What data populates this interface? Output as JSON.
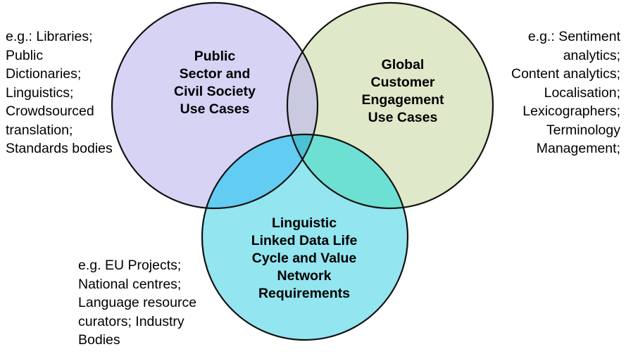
{
  "colors": {
    "public_circle": "#d7d3f5",
    "global_circle": "#dfe9c9",
    "linguistic_circle": "#93e5ef",
    "overlap_public_global": "#c9c9e0",
    "overlap_public_linguistic": "#62ccf2",
    "overlap_global_linguistic": "#6ee0d3",
    "overlap_all": "#4bc1d4",
    "outline": "#111111"
  },
  "circles": {
    "public": {
      "label_lines": [
        "Public",
        "Sector and",
        "Civil Society",
        "Use Cases"
      ]
    },
    "global": {
      "label_lines": [
        "Global",
        "Customer",
        "Engagement",
        "Use Cases"
      ]
    },
    "linguistic": {
      "label_lines": [
        "Linguistic",
        "Linked Data Life",
        "Cycle and Value",
        "Network",
        "Requirements"
      ]
    }
  },
  "notes": {
    "public": {
      "lines": [
        "e.g.: Libraries;",
        "Public",
        "Dictionaries;",
        "Linguistics;",
        "Crowdsourced",
        "translation;",
        "Standards bodies"
      ]
    },
    "global": {
      "lines": [
        "e.g.: Sentiment",
        "analytics;",
        "Content analytics;",
        "Localisation;",
        "Lexicographers;",
        "Terminology",
        "Management;"
      ]
    },
    "linguistic": {
      "lines": [
        "e.g. EU Projects;",
        "National centres;",
        "Language resource",
        "curators; Industry",
        "Bodies"
      ]
    }
  }
}
